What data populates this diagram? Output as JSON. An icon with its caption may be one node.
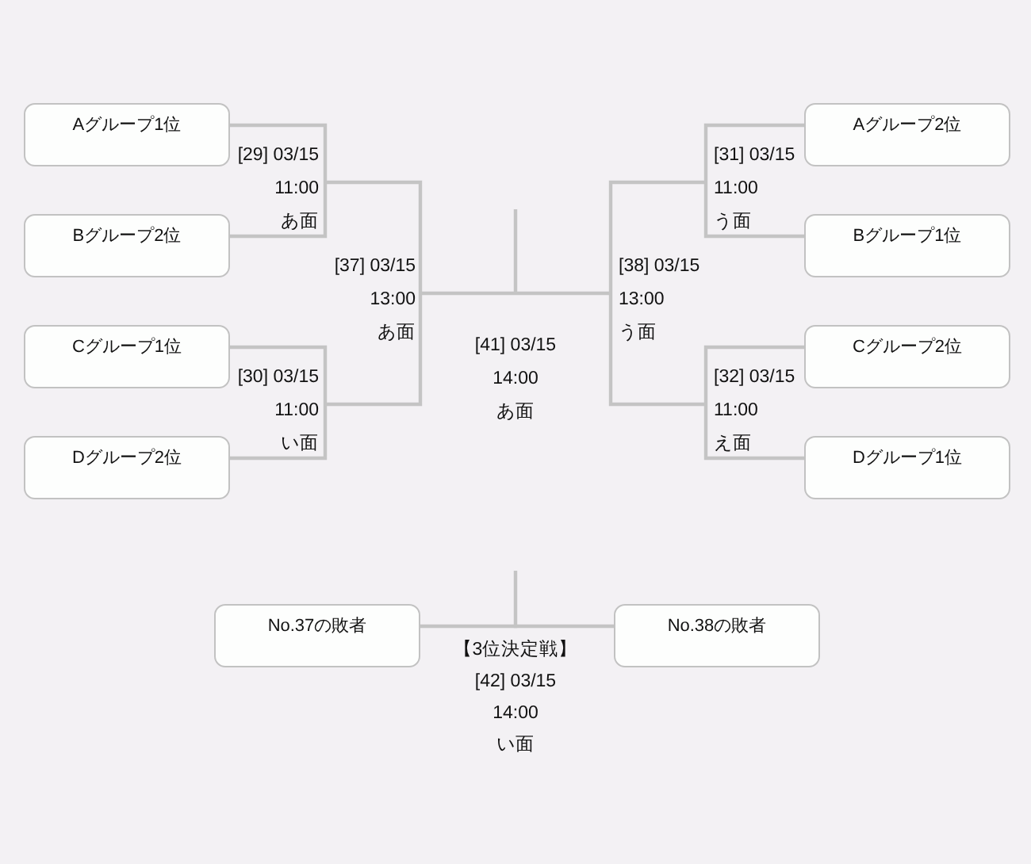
{
  "diagram": {
    "nodes": [
      {
        "text": [
          "Aグループ1位"
        ]
      },
      {
        "text": [
          "[29] 03/15",
          "11:00",
          "あ面"
        ]
      },
      {
        "text": [
          "Bグループ2位"
        ]
      },
      {
        "text": [
          "[37] 03/15",
          "13:00",
          "あ面"
        ]
      },
      {
        "text": [
          "Cグループ1位"
        ]
      },
      {
        "text": [
          "[30] 03/15",
          "11:00",
          "い面"
        ]
      },
      {
        "text": [
          "Dグループ2位"
        ]
      },
      {
        "text": [
          "[41] 03/15",
          "14:00",
          "あ面"
        ]
      },
      {
        "text": [
          "Aグループ2位"
        ]
      },
      {
        "text": [
          "[31] 03/15",
          "11:00",
          "う面"
        ]
      },
      {
        "text": [
          "Bグループ1位"
        ]
      },
      {
        "text": [
          "[38] 03/15",
          "13:00",
          "う面"
        ]
      },
      {
        "text": [
          "Cグループ2位"
        ]
      },
      {
        "text": [
          "[32] 03/15",
          "11:00",
          "え面"
        ]
      },
      {
        "text": [
          "Dグループ1位"
        ]
      },
      {
        "text": [
          "No.37の敗者"
        ]
      },
      {
        "text": [
          "【3位決定戦】",
          "[42] 03/15",
          "14:00",
          "い面"
        ]
      },
      {
        "text": [
          "No.38の敗者"
        ]
      }
    ],
    "edges": [
      {
        "from": 0,
        "to": 1,
        "arrow": "none"
      },
      {
        "from": 2,
        "to": 1,
        "arrow": "none"
      },
      {
        "from": 4,
        "to": 5,
        "arrow": "none"
      },
      {
        "from": 6,
        "to": 5,
        "arrow": "none"
      },
      {
        "from": 1,
        "to": 3,
        "arrow": "none"
      },
      {
        "from": 5,
        "to": 3,
        "arrow": "none"
      },
      {
        "from": 8,
        "to": 9,
        "arrow": "none"
      },
      {
        "from": 10,
        "to": 9,
        "arrow": "none"
      },
      {
        "from": 12,
        "to": 13,
        "arrow": "none"
      },
      {
        "from": 14,
        "to": 13,
        "arrow": "none"
      },
      {
        "from": 9,
        "to": 11,
        "arrow": "none"
      },
      {
        "from": 13,
        "to": 11,
        "arrow": "none"
      },
      {
        "from": 3,
        "to": 7,
        "arrow": "none"
      },
      {
        "from": 11,
        "to": 7,
        "arrow": "none"
      },
      {
        "from": 15,
        "to": 16,
        "arrow": "none"
      },
      {
        "from": 17,
        "to": 16,
        "arrow": "none"
      }
    ]
  }
}
